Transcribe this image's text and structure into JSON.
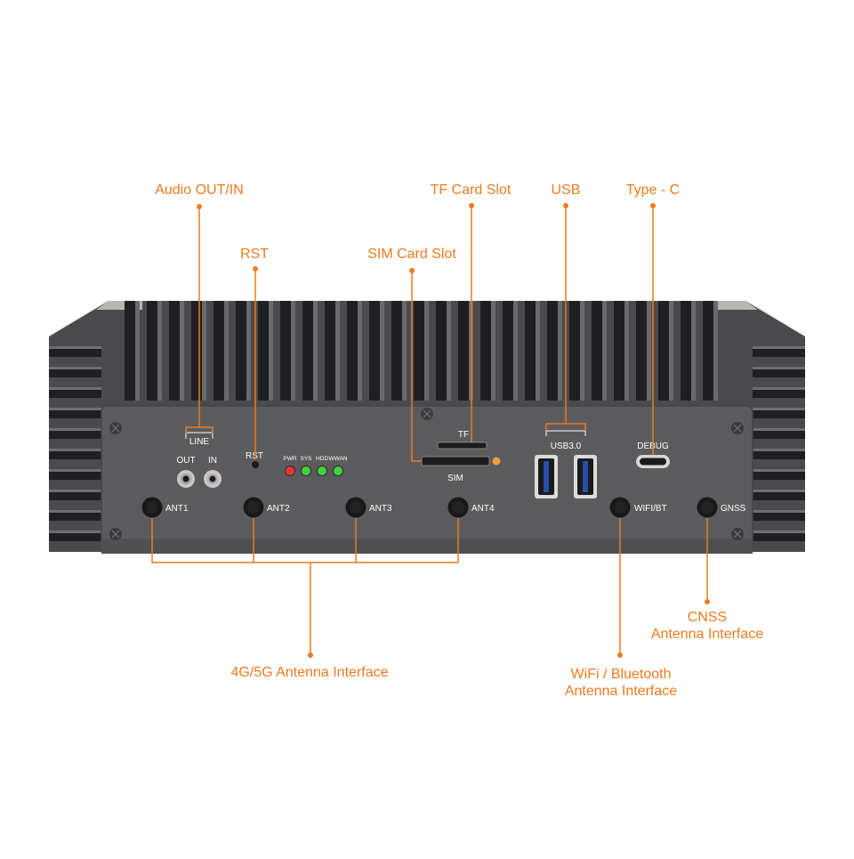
{
  "colors": {
    "accent": "#f07a1e",
    "body": "#5b5b5e",
    "body_dark": "#3b3b3e",
    "fin_shadow": "#1e1e20",
    "led_red": "#e53935",
    "led_green": "#43d13a",
    "led_orange": "#f39a3c"
  },
  "callouts": {
    "audio": "Audio OUT/IN",
    "rst": "RST",
    "sim": "SIM Card Slot",
    "tf": "TF Card Slot",
    "usb": "USB",
    "typec": "Type - C",
    "antenna_4g5g": "4G/5G Antenna Interface",
    "wifi_line1": "WiFi / Bluetooth",
    "wifi_line2": "Antenna Interface",
    "cnss_line1": "CNSS",
    "cnss_line2": "Antenna Interface"
  },
  "panel": {
    "line": "LINE",
    "out": "OUT",
    "in": "IN",
    "rst": "RST",
    "leds": [
      {
        "label": "PWR",
        "color": "red"
      },
      {
        "label": "SYS",
        "color": "green"
      },
      {
        "label": "HDD",
        "color": "green"
      },
      {
        "label": "WWAN",
        "color": "green"
      }
    ],
    "tf": "TF",
    "sim": "SIM",
    "usb30": "USB3.0",
    "debug": "DEBUG",
    "ant1": "ANT1",
    "ant2": "ANT2",
    "ant3": "ANT3",
    "ant4": "ANT4",
    "wifi_bt": "WIFI/BT",
    "gnss": "GNSS"
  }
}
